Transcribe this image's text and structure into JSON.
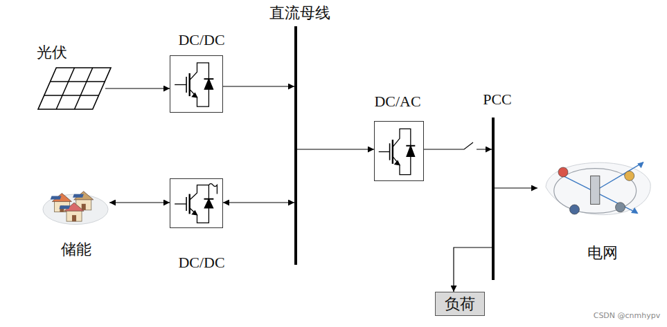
{
  "diagram": {
    "nodes": [
      {
        "text": [
          "光伏"
        ]
      },
      {
        "text": [
          "DC/DC"
        ]
      },
      {
        "text": [
          "直流母线"
        ]
      },
      {
        "text": [
          "储能"
        ]
      },
      {
        "text": [
          "DC/DC"
        ]
      },
      {
        "text": [
          "DC/AC"
        ]
      },
      {
        "text": [
          "PCC"
        ]
      },
      {
        "text": [
          "电网"
        ]
      },
      {
        "text": [
          "负荷"
        ]
      }
    ],
    "edges": [
      {
        "from": 0,
        "to": 1,
        "arrow": "to"
      },
      {
        "from": 1,
        "to": 2,
        "arrow": "to"
      },
      {
        "from": 3,
        "to": 4,
        "arrow": "both"
      },
      {
        "from": 4,
        "to": 2,
        "arrow": "both"
      },
      {
        "from": 2,
        "to": 5,
        "arrow": "to"
      },
      {
        "from": 5,
        "to": 6,
        "arrow": "to"
      },
      {
        "from": 6,
        "to": 7,
        "arrow": "to"
      },
      {
        "from": 6,
        "to": 8,
        "arrow": "to"
      }
    ],
    "labels": [
      "CSDN @cnmhypv"
    ]
  }
}
